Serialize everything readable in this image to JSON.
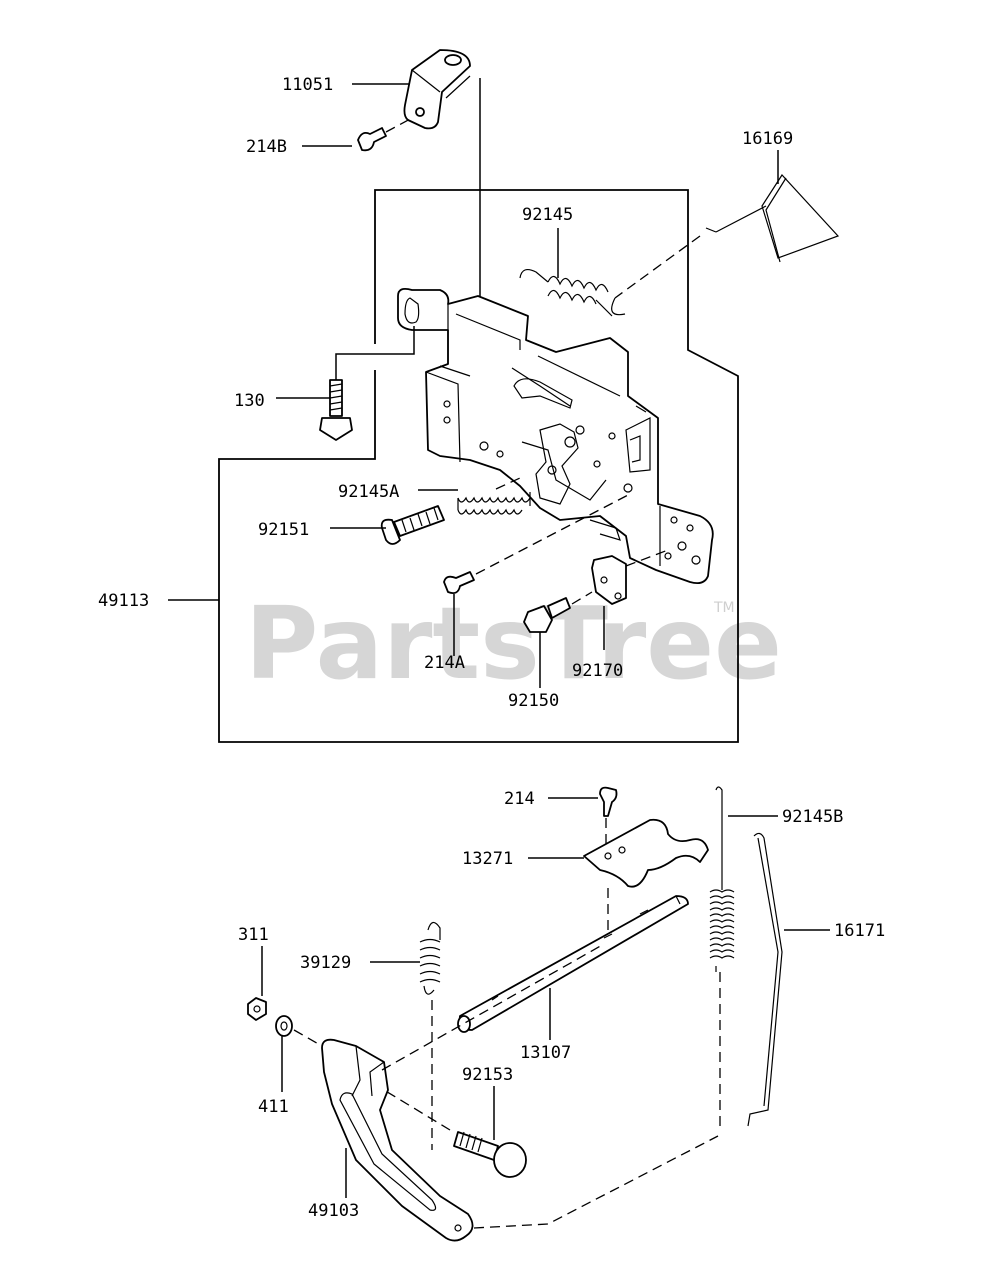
{
  "watermark": {
    "brand": "PartsTree",
    "trademark": "TM"
  },
  "groups": {
    "upper_assembly": "49113",
    "lower_assembly": "49103"
  },
  "labels": {
    "p11051": "11051",
    "p214B": "214B",
    "p16169": "16169",
    "p92145": "92145",
    "p130": "130",
    "p92145A": "92145A",
    "p92151": "92151",
    "p49113": "49113",
    "p214A": "214A",
    "p92170": "92170",
    "p92150": "92150",
    "p214": "214",
    "p92145B": "92145B",
    "p13271": "13271",
    "p16171": "16171",
    "p311": "311",
    "p39129": "39129",
    "p13107": "13107",
    "p411": "411",
    "p92153": "92153",
    "p49103": "49103"
  }
}
